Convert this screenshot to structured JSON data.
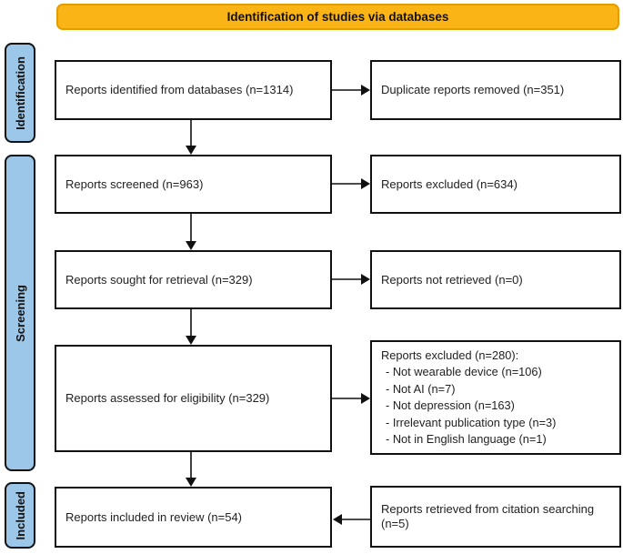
{
  "header": {
    "title": "Identification of studies via databases"
  },
  "stages": {
    "identification": "Identification",
    "screening": "Screening",
    "included": "Included"
  },
  "boxes": {
    "identified": "Reports identified from databases (n=1314)",
    "duplicates_removed": "Duplicate reports removed (n=351)",
    "screened": "Reports screened (n=963)",
    "excluded_screening": "Reports excluded (n=634)",
    "sought_retrieval": "Reports sought for retrieval (n=329)",
    "not_retrieved": "Reports not retrieved (n=0)",
    "assessed_eligibility": "Reports assessed for eligibility (n=329)",
    "excluded_eligibility": {
      "title": "Reports excluded (n=280):",
      "reasons": [
        "- Not wearable device (n=106)",
        "- Not AI (n=7)",
        "- Not depression (n=163)",
        "- Irrelevant publication type (n=3)",
        "- Not in English language (n=1)"
      ]
    },
    "included_review": "Reports included in review (n=54)",
    "citation_searching": "Reports retrieved from citation searching (n=5)"
  },
  "colors": {
    "header_bg": "#FBB416",
    "header_border": "#E29D00",
    "stage_label_bg": "#9CC7E8",
    "box_border": "#111111",
    "arrow": "#111111"
  }
}
